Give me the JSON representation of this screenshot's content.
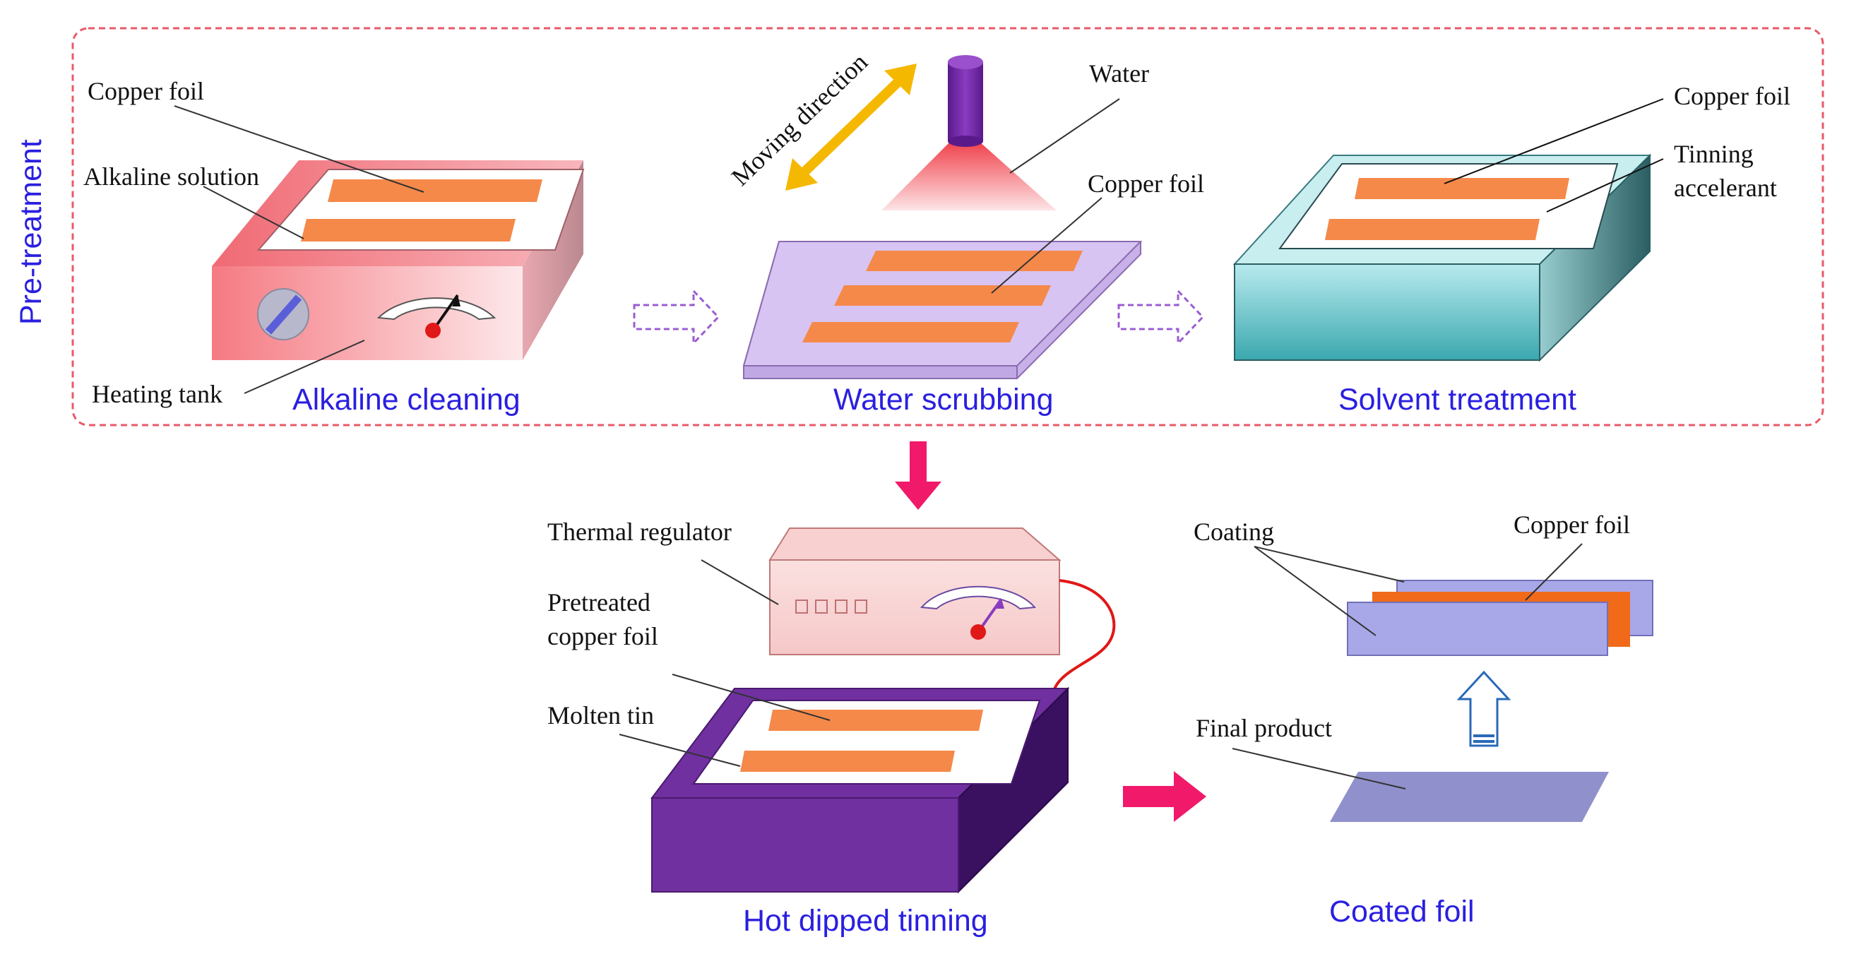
{
  "pretreatment": {
    "title": "Pre-treatment",
    "alkaline_cleaning": {
      "title": "Alkaline cleaning",
      "copper_foil": "Copper foil",
      "alkaline_solution": "Alkaline solution",
      "heating_tank": "Heating tank"
    },
    "water_scrubbing": {
      "title": "Water scrubbing",
      "moving_direction": "Moving direction",
      "water": "Water",
      "copper_foil": "Copper foil"
    },
    "solvent_treatment": {
      "title": "Solvent treatment",
      "copper_foil": "Copper foil",
      "tinning_accelerant_line1": "Tinning",
      "tinning_accelerant_line2": "accelerant"
    }
  },
  "hot_dipped_tinning": {
    "title": "Hot dipped tinning",
    "thermal_regulator": "Thermal  regulator",
    "pretreated_line1": "Pretreated",
    "pretreated_line2": "copper foil",
    "molten_tin": "Molten tin"
  },
  "coated_foil": {
    "title": "Coated foil",
    "coating": "Coating",
    "copper_foil": "Copper foil",
    "final_product": "Final product"
  },
  "colors": {
    "title_blue": "#2a1fe0",
    "copper_orange": "#f5894a",
    "border_red": "#e85a6a",
    "arrow_pink": "#f0196a",
    "tin_purple": "#7030a0",
    "coating_lavender": "#a8a8e8"
  }
}
